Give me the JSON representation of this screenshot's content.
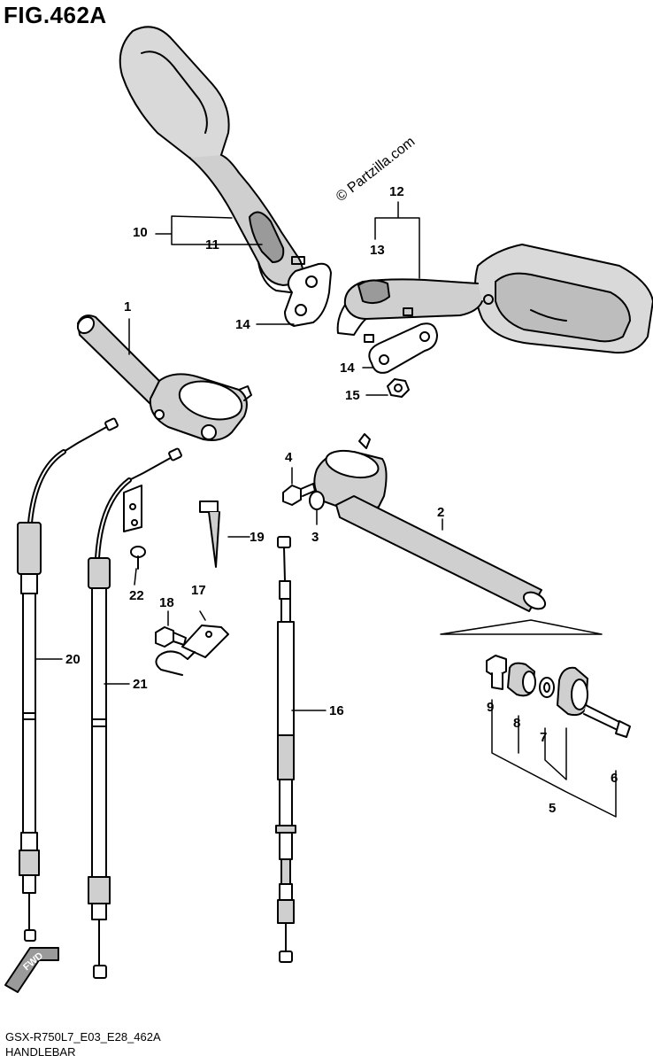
{
  "figure": {
    "title": "FIG.462A",
    "watermark": "© Partzilla.com",
    "model_code": "GSX-R750L7_E03_E28_462A",
    "section_name": "HANDLEBAR",
    "fwd_label": "FWD"
  },
  "callouts": [
    "1",
    "2",
    "3",
    "4",
    "5",
    "6",
    "7",
    "8",
    "9",
    "10",
    "11",
    "12",
    "13",
    "14",
    "14",
    "15",
    "16",
    "17",
    "18",
    "19",
    "20",
    "21",
    "22"
  ]
}
